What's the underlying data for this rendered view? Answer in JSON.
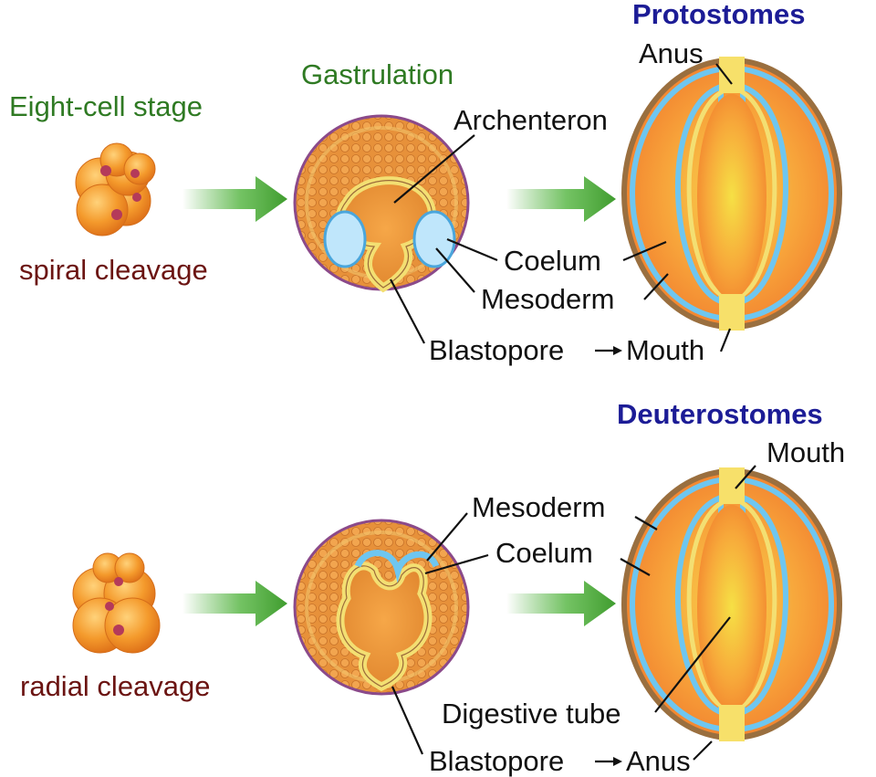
{
  "top": {
    "stage_label": "Eight-cell stage",
    "gastrulation_label": "Gastrulation",
    "group_title": "Protostomes",
    "cleavage": "spiral cleavage",
    "archenteron": "Archenteron",
    "coelum": "Coelum",
    "mesoderm": "Mesoderm",
    "blastopore": "Blastopore",
    "mouth": "Mouth",
    "anus": "Anus"
  },
  "bottom": {
    "group_title": "Deuterostomes",
    "cleavage": "radial cleavage",
    "mouth": "Mouth",
    "mesoderm": "Mesoderm",
    "coelum": "Coelum",
    "digestive_tube": "Digestive tube",
    "blastopore": "Blastopore",
    "anus": "Anus"
  },
  "colors": {
    "stage_text": "#2f7a23",
    "cleavage_text": "#6b1412",
    "group_title": "#1c1c96",
    "embryo_orange": "#f39a2e",
    "ectoderm_edge": "#8b6a3e",
    "mesoderm_blue": "#6ec6f0",
    "endoderm_yellow": "#f3df72",
    "arrow_green": "#4cae3a"
  }
}
